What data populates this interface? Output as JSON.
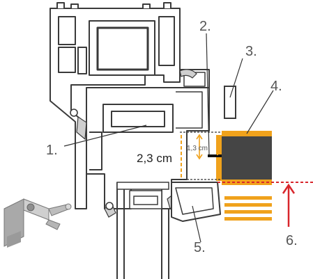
{
  "callouts": {
    "c1": "1.",
    "c2": "2.",
    "c3": "3.",
    "c4": "4.",
    "c5": "5.",
    "c6": "6."
  },
  "dimensions": {
    "width_label": "2,3 cm",
    "height_label": "1,3 cm"
  },
  "colors": {
    "profile_stroke": "#3a3a3a",
    "profile_fill": "#ffffff",
    "accent_orange": "#f0a21c",
    "accent_red": "#d8262c",
    "dark_block": "#454545",
    "metal": "#b8b8b8",
    "label_text": "#555555"
  },
  "icons": {
    "bracket": "mounting-bracket-clip-icon"
  }
}
